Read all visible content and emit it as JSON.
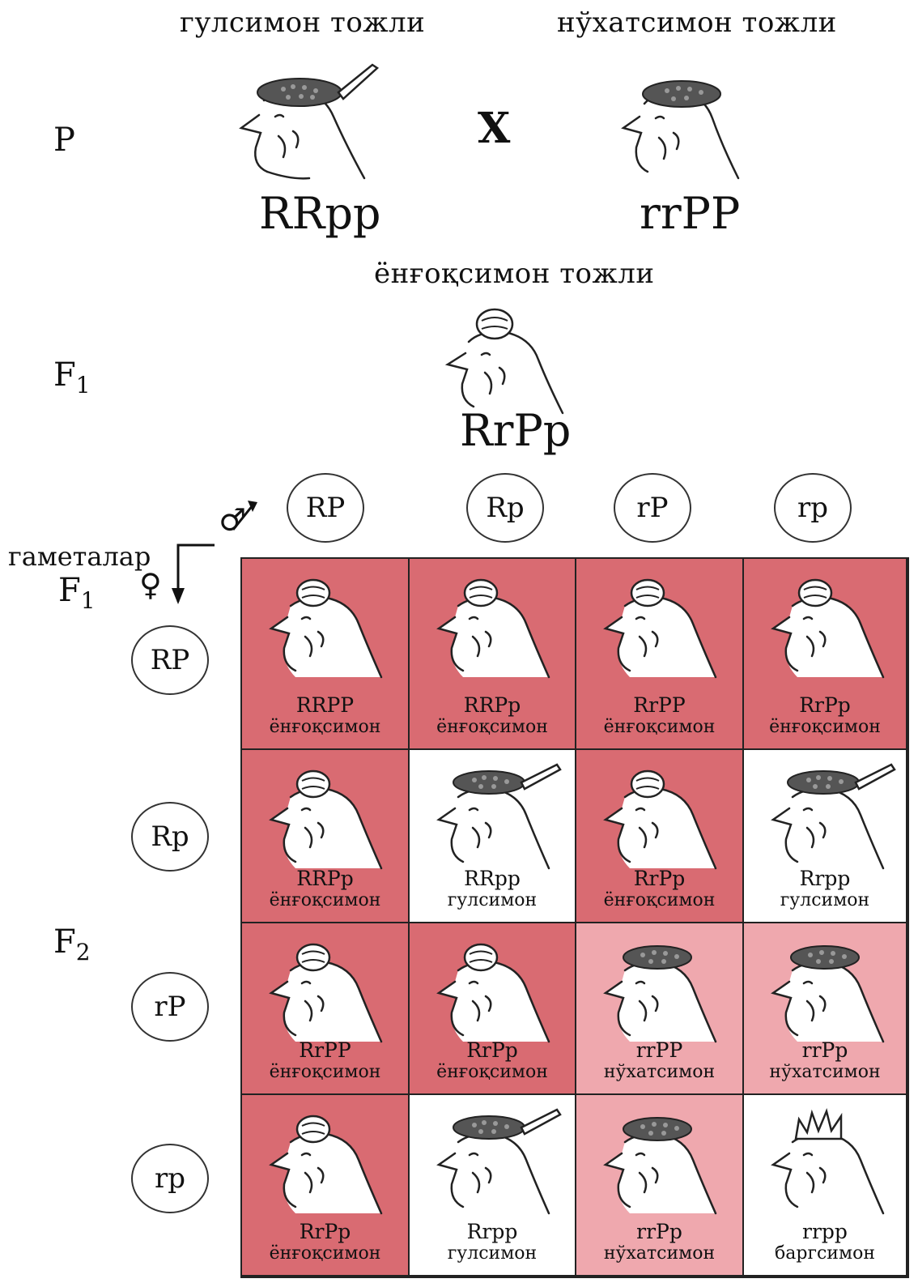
{
  "parents": {
    "left_title": "гулсимон тожли",
    "right_title": "нўхатсимон тожли",
    "generation_label": "P",
    "left_genotype": "RRpp",
    "right_genotype": "rrPP",
    "cross_symbol": "X"
  },
  "f1": {
    "title": "ёнғоқсимон тожли",
    "generation_label": "F",
    "generation_sub": "1",
    "genotype": "RrPp"
  },
  "punnett": {
    "gametes_label": "гаметалар",
    "f1_label": "F",
    "f1_sub": "1",
    "f2_label": "F",
    "f2_sub": "2",
    "male_symbol": "♂",
    "female_symbol": "♀",
    "male_gametes": [
      "RP",
      "Rp",
      "rP",
      "rp"
    ],
    "female_gametes": [
      "RP",
      "Rp",
      "rP",
      "rp"
    ],
    "cells": [
      [
        {
          "genotype": "RRPP",
          "phenotype": "ёнғоқсимон",
          "comb": "walnut",
          "color": "#d96b72"
        },
        {
          "genotype": "RRPp",
          "phenotype": "ёнғоқсимон",
          "comb": "walnut",
          "color": "#d96b72"
        },
        {
          "genotype": "RrPP",
          "phenotype": "ёнғоқсимон",
          "comb": "walnut",
          "color": "#d96b72"
        },
        {
          "genotype": "RrPp",
          "phenotype": "ёнғоқсимон",
          "comb": "walnut",
          "color": "#d96b72"
        }
      ],
      [
        {
          "genotype": "RRPp",
          "phenotype": "ёнғоқсимон",
          "comb": "walnut",
          "color": "#d96b72"
        },
        {
          "genotype": "RRpp",
          "phenotype": "гулсимон",
          "comb": "rose",
          "color": "#ffffff"
        },
        {
          "genotype": "RrPp",
          "phenotype": "ёнғоқсимон",
          "comb": "walnut",
          "color": "#d96b72"
        },
        {
          "genotype": "Rrpp",
          "phenotype": "гулсимон",
          "comb": "rose",
          "color": "#ffffff"
        }
      ],
      [
        {
          "genotype": "RrPP",
          "phenotype": "ёнғоқсимон",
          "comb": "walnut",
          "color": "#d96b72"
        },
        {
          "genotype": "RrPp",
          "phenotype": "ёнғоқсимон",
          "comb": "walnut",
          "color": "#d96b72"
        },
        {
          "genotype": "rrPP",
          "phenotype": "нўхатсимон",
          "comb": "pea",
          "color": "#efa8ae"
        },
        {
          "genotype": "rrPp",
          "phenotype": "нўхатсимон",
          "comb": "pea",
          "color": "#efa8ae"
        }
      ],
      [
        {
          "genotype": "RrPp",
          "phenotype": "ёнғоқсимон",
          "comb": "walnut",
          "color": "#d96b72"
        },
        {
          "genotype": "Rrpp",
          "phenotype": "гулсимон",
          "comb": "rose",
          "color": "#ffffff"
        },
        {
          "genotype": "rrPp",
          "phenotype": "нўхатсимон",
          "comb": "pea",
          "color": "#efa8ae"
        },
        {
          "genotype": "rrpp",
          "phenotype": "баргсимон",
          "comb": "single",
          "color": "#ffffff"
        }
      ]
    ]
  }
}
